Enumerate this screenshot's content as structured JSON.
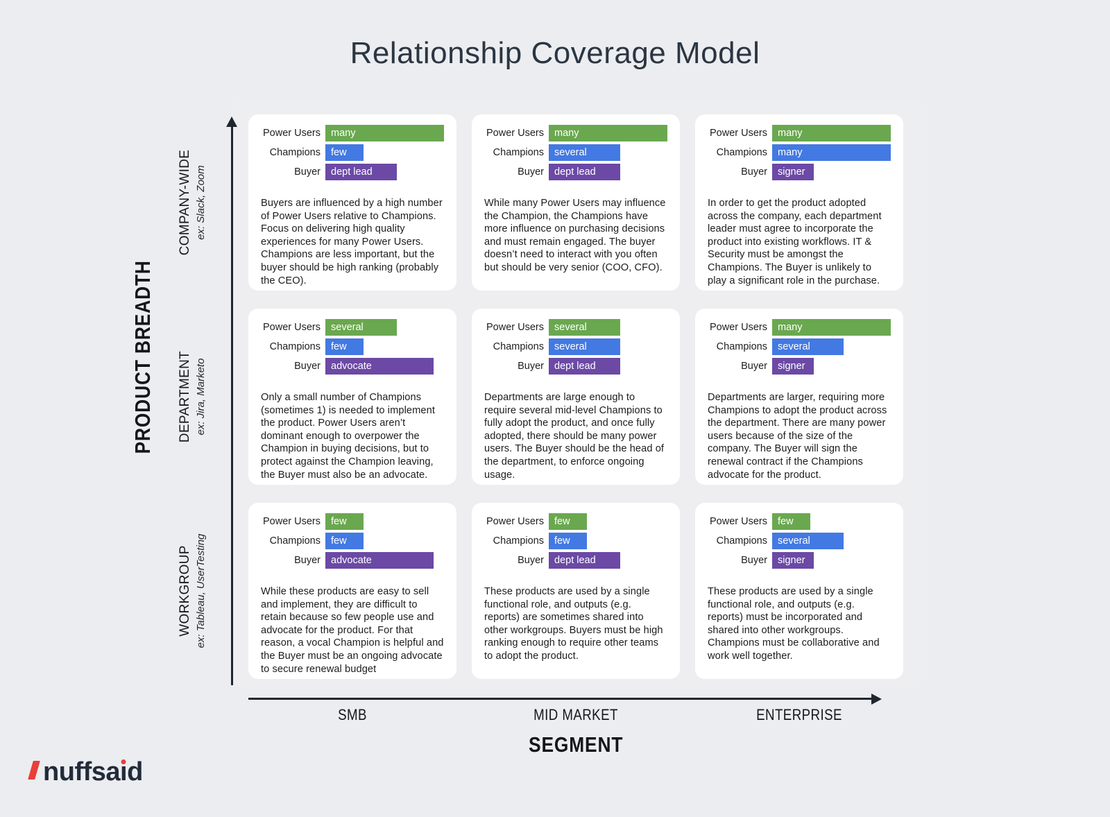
{
  "title": "Relationship Coverage Model",
  "palette": {
    "page_bg": "#ebedf0",
    "panel_bg": "#eeeef0",
    "card_bg": "#ffffff",
    "power_users": "#6aa84f",
    "champions": "#4379e2",
    "buyer": "#6b49a5",
    "axis_ink": "#20262e",
    "text_ink": "#1d1d1d",
    "title_ink": "#2c3642",
    "logo_red": "#e93e3a",
    "logo_navy": "#212b3a"
  },
  "y_axis": {
    "label": "PRODUCT BREADTH",
    "levels": [
      {
        "name": "COMPANY-WIDE",
        "example": "ex: Slack, Zoom"
      },
      {
        "name": "DEPARTMENT",
        "example": "ex: Jira, Marketo"
      },
      {
        "name": "WORKGROUP",
        "example": "ex: Tableau, UserTesting"
      }
    ]
  },
  "x_axis": {
    "label": "SEGMENT",
    "segments": [
      "SMB",
      "MID MARKET",
      "ENTERPRISE"
    ]
  },
  "logo": {
    "text": "nuffsaid"
  },
  "cells": [
    {
      "row_key": "company-wide",
      "col_key": "smb",
      "bars": [
        {
          "role": "Power Users",
          "value": "many",
          "width_pct": 100,
          "color": "power_users"
        },
        {
          "role": "Champions",
          "value": "few",
          "width_pct": 32,
          "color": "champions"
        },
        {
          "role": "Buyer",
          "value": "dept lead",
          "width_pct": 60,
          "color": "buyer"
        }
      ],
      "description": "Buyers are influenced by a high number of Power Users relative to Champions. Focus on delivering high quality experiences for many Power Users. Champions are less important, but the buyer should be high ranking (probably the CEO)."
    },
    {
      "row_key": "company-wide",
      "col_key": "mid-market",
      "bars": [
        {
          "role": "Power Users",
          "value": "many",
          "width_pct": 100,
          "color": "power_users"
        },
        {
          "role": "Champions",
          "value": "several",
          "width_pct": 60,
          "color": "champions"
        },
        {
          "role": "Buyer",
          "value": "dept lead",
          "width_pct": 60,
          "color": "buyer"
        }
      ],
      "description": "While many Power Users may influence the Champion, the Champions have more influence on purchasing decisions and must remain engaged.  The buyer doesn’t need to interact with you often but should be very senior (COO, CFO)."
    },
    {
      "row_key": "company-wide",
      "col_key": "enterprise",
      "bars": [
        {
          "role": "Power Users",
          "value": "many",
          "width_pct": 100,
          "color": "power_users"
        },
        {
          "role": "Champions",
          "value": "many",
          "width_pct": 100,
          "color": "champions"
        },
        {
          "role": "Buyer",
          "value": "signer",
          "width_pct": 35,
          "color": "buyer"
        }
      ],
      "description": "In order to get the product adopted across the company, each department leader must agree to incorporate the product into existing workflows.  IT & Security must be amongst the Champions.  The Buyer is unlikely to play a significant role in the purchase."
    },
    {
      "row_key": "department",
      "col_key": "smb",
      "bars": [
        {
          "role": "Power Users",
          "value": "several",
          "width_pct": 60,
          "color": "power_users"
        },
        {
          "role": "Champions",
          "value": "few",
          "width_pct": 32,
          "color": "champions"
        },
        {
          "role": "Buyer",
          "value": "advocate",
          "width_pct": 91,
          "color": "buyer"
        }
      ],
      "description": "Only a small number of Champions (sometimes 1)  is needed to implement the product.  Power Users aren’t dominant enough to overpower the Champion in buying decisions, but to protect against the Champion leaving, the Buyer must also be an advocate."
    },
    {
      "row_key": "department",
      "col_key": "mid-market",
      "bars": [
        {
          "role": "Power Users",
          "value": "several",
          "width_pct": 60,
          "color": "power_users"
        },
        {
          "role": "Champions",
          "value": "several",
          "width_pct": 60,
          "color": "champions"
        },
        {
          "role": "Buyer",
          "value": "dept lead",
          "width_pct": 60,
          "color": "buyer"
        }
      ],
      "description": "Departments are large enough to require several mid-level Champions to fully adopt the product, and once fully adopted, there should be many power users.  The Buyer should be the head of the department, to enforce ongoing usage."
    },
    {
      "row_key": "department",
      "col_key": "enterprise",
      "bars": [
        {
          "role": "Power Users",
          "value": "many",
          "width_pct": 100,
          "color": "power_users"
        },
        {
          "role": "Champions",
          "value": "several",
          "width_pct": 60,
          "color": "champions"
        },
        {
          "role": "Buyer",
          "value": "signer",
          "width_pct": 35,
          "color": "buyer"
        }
      ],
      "description": "Departments are larger, requiring more Champions to adopt the product across the department.  There are many power users because of the size of the company.  The Buyer will sign the renewal contract if the Champions advocate for the product."
    },
    {
      "row_key": "workgroup",
      "col_key": "smb",
      "bars": [
        {
          "role": "Power Users",
          "value": "few",
          "width_pct": 32,
          "color": "power_users"
        },
        {
          "role": "Champions",
          "value": "few",
          "width_pct": 32,
          "color": "champions"
        },
        {
          "role": "Buyer",
          "value": "advocate",
          "width_pct": 91,
          "color": "buyer"
        }
      ],
      "description": "While these products are easy to sell and implement, they are difficult to retain because so few people use and advocate for the product. For that reason, a vocal Champion is helpful and the Buyer must be an ongoing advocate to secure renewal budget"
    },
    {
      "row_key": "workgroup",
      "col_key": "mid-market",
      "bars": [
        {
          "role": "Power Users",
          "value": "few",
          "width_pct": 32,
          "color": "power_users"
        },
        {
          "role": "Champions",
          "value": "few",
          "width_pct": 32,
          "color": "champions"
        },
        {
          "role": "Buyer",
          "value": "dept lead",
          "width_pct": 60,
          "color": "buyer"
        }
      ],
      "description": "These products are used by a single functional role, and outputs (e.g. reports) are sometimes shared into other workgroups.  Buyers must be high ranking enough to require other teams to adopt the product."
    },
    {
      "row_key": "workgroup",
      "col_key": "enterprise",
      "bars": [
        {
          "role": "Power Users",
          "value": "few",
          "width_pct": 32,
          "color": "power_users"
        },
        {
          "role": "Champions",
          "value": "several",
          "width_pct": 60,
          "color": "champions"
        },
        {
          "role": "Buyer",
          "value": "signer",
          "width_pct": 35,
          "color": "buyer"
        }
      ],
      "description": "These products are used by a single functional role, and outputs (e.g. reports) must be incorporated and shared into other workgroups. Champions must be collaborative and work well together."
    }
  ]
}
